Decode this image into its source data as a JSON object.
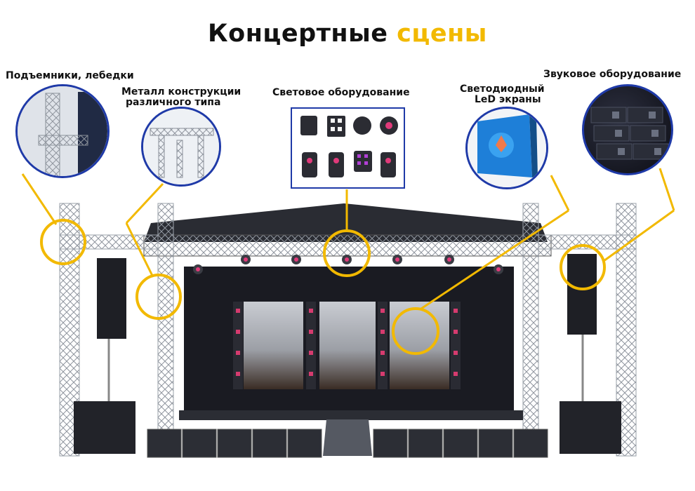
{
  "header": {
    "title_main": "Концертные",
    "title_accent": "сцены"
  },
  "labels": {
    "lifts": "Подъемники, лебедки",
    "metal_line1": "Металл конструкции",
    "metal_line2": "различного типа",
    "lighting": "Световое оборудование",
    "led_line1": "Светодиодный",
    "led_line2": "LeD экраны",
    "sound": "Звуковое оборудование"
  },
  "colors": {
    "accent": "#f2b900",
    "bubble_border": "#1f3aa8",
    "truss": "#9aa0a8",
    "stage_dark": "#1a1b22"
  },
  "icons": [
    "hoist-icon",
    "truss-structure-icon",
    "stage-light-icon",
    "led-panel-icon",
    "line-array-speaker-icon"
  ]
}
